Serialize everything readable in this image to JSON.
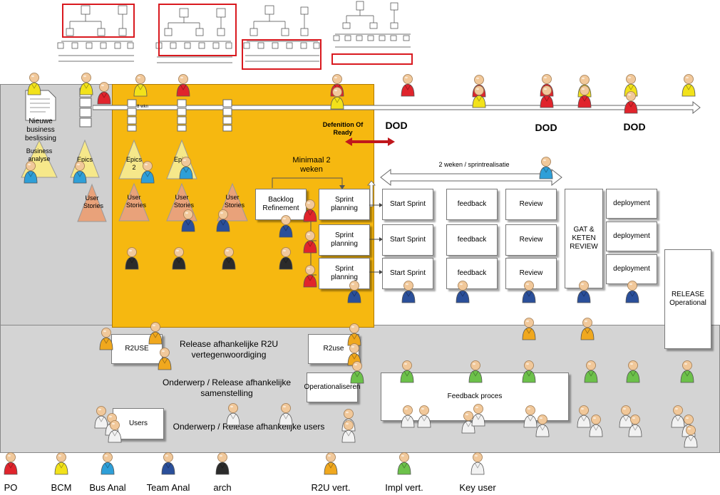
{
  "org_charts": {
    "count": 4
  },
  "left_panel": {
    "doc_label": "Nieuwe business beslissing",
    "business_analyse": "Business analyse",
    "epics": "Epics",
    "user_stories": "User Stories"
  },
  "orange_zone": {
    "weeks_note": "8 wkn",
    "epics_2": "Epics 2",
    "epics": "Epics",
    "user_stories": "User Stories",
    "minimaal": "Minimaal 2 weken",
    "backlog": "Backlog Refinement",
    "sprint_planning": "Sprint planning"
  },
  "timeline": {
    "definition_of_ready": "Defenition Of Ready",
    "dod_labels": [
      "DOD",
      "DOD",
      "DOD"
    ],
    "sprint_span": "2 weken / sprintrealisatie"
  },
  "sprint_rows": [
    {
      "start": "Start Sprint",
      "feedback": "feedback",
      "review": "Review",
      "deploy": "deployment"
    },
    {
      "start": "Start Sprint",
      "feedback": "feedback",
      "review": "Review",
      "deploy": "deployment"
    },
    {
      "start": "Start Sprint",
      "feedback": "feedback",
      "review": "Review",
      "deploy": "deployment"
    }
  ],
  "gat_review": "GAT & KETEN REVIEW",
  "release": "RELEASE Operational",
  "bottom_zone": {
    "r2use_left": "R2USE",
    "r2use_text": "Release afhankelijke R2U vertegenwoordiging",
    "r2use_right": "R2use",
    "onderwerp_text": "Onderwerp / Release afhankelijke samenstelling",
    "operationaliseren": "Operationaliseren",
    "feedback_proces": "Feedback proces",
    "users_box": "Users",
    "users_text": "Onderwerp / Release afhankelijke users"
  },
  "legend": [
    {
      "label": "PO",
      "color": "#e0242c"
    },
    {
      "label": "BCM",
      "color": "#f2e21a"
    },
    {
      "label": "Bus Anal",
      "color": "#2e9fd8"
    },
    {
      "label": "Team Anal",
      "color": "#2a4f9a"
    },
    {
      "label": "arch",
      "color": "#2b2b2b"
    },
    {
      "label": "R2U vert.",
      "color": "#f0a81e"
    },
    {
      "label": "Impl vert.",
      "color": "#6cc14a"
    },
    {
      "label": "Key user",
      "color": "#f2f2f2"
    }
  ]
}
